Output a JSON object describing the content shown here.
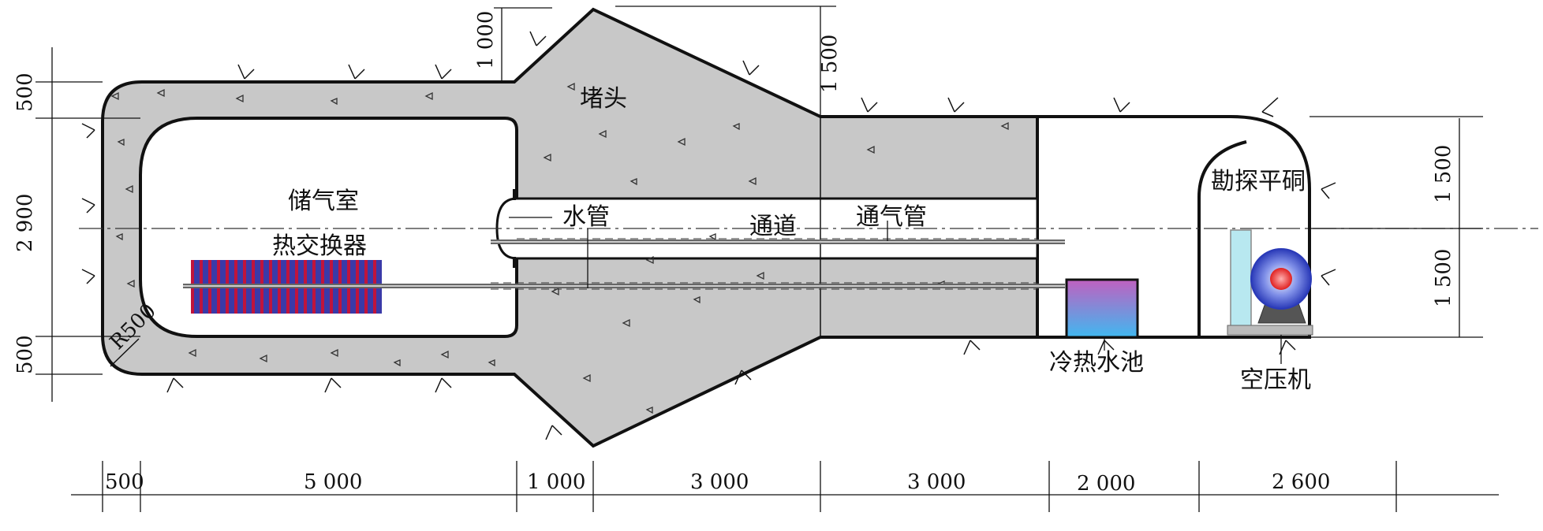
{
  "labels": {
    "plug_head": "堵头",
    "storage_chamber": "储气室",
    "heat_exchanger": "热交换器",
    "water_pipe": "水管",
    "passage": "通道",
    "vent_pipe": "通气管",
    "exploration_adit": "勘探平硐",
    "hot_cold_pool": "冷热水池",
    "air_compressor": "空压机",
    "radius": "R500"
  },
  "dimensions": {
    "horizontal": [
      "500",
      "5 000",
      "1 000",
      "3 000",
      "3 000",
      "2 000",
      "2 600"
    ],
    "left_vertical": [
      "500",
      "2 900",
      "500"
    ],
    "right_vertical": [
      "1 500",
      "1 500"
    ],
    "top_vertical": [
      "1 000",
      "1 500"
    ]
  },
  "colors": {
    "concrete": "#c8c8c8",
    "outline": "#111111",
    "exchanger_red": "#c0143c",
    "exchanger_blue": "#3a3aa8",
    "pool_top": "#c060c0",
    "pool_bottom": "#40b8f0",
    "cylinder": "#b8e8f0",
    "compressor_blue": "#2a3ab8",
    "compressor_red": "#e02020"
  }
}
